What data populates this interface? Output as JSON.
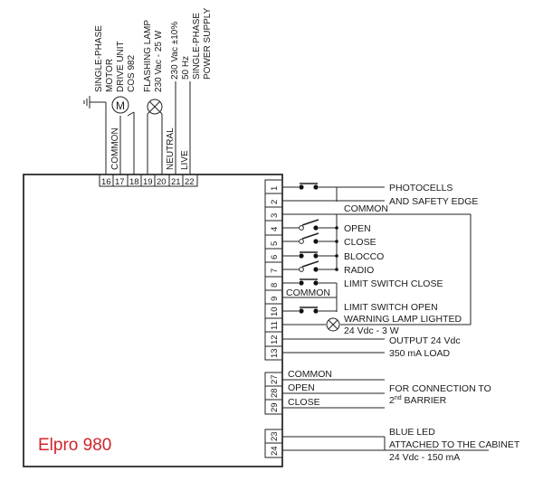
{
  "brand": {
    "label": "Elpro 980",
    "color": "#d2232a"
  },
  "top_terminals": [
    "16",
    "17",
    "18",
    "19",
    "20",
    "21",
    "22"
  ],
  "top_labels": {
    "motor": [
      "SINGLE-PHASE",
      "MOTOR",
      "DRIVE UNIT",
      "COS 982"
    ],
    "motor_symbol": "M",
    "common": "COMMON",
    "lamp": [
      "FLASHING LAMP",
      "230 Vac - 25 W"
    ],
    "supply": [
      "230 Vac ±10%",
      "50 Hz",
      "SINGLE-PHASE",
      "POWER SUPPLY"
    ],
    "neutral": "NEUTRAL",
    "live": "LIVE"
  },
  "right_terminals": [
    "1",
    "2",
    "3",
    "4",
    "5",
    "6",
    "7",
    "8",
    "9",
    "10",
    "11",
    "12",
    "13"
  ],
  "right_labels": {
    "photocells": "PHOTOCELLS",
    "safety_edge": "AND SAFETY EDGE",
    "common": "COMMON",
    "open": "OPEN",
    "close": "CLOSE",
    "blocco": "BLOCCO",
    "radio": "RADIO",
    "ls_close": "LIMIT SWITCH CLOSE",
    "ls_common": "COMMON",
    "ls_open": "LIMIT SWITCH OPEN",
    "warning": "WARNING LAMP LIGHTED",
    "warning_spec": "24 Vdc - 3 W",
    "output": "OUTPUT 24 Vdc",
    "load": "350 mA LOAD"
  },
  "barrier_terminals": [
    "27",
    "28",
    "29"
  ],
  "barrier_labels": {
    "common": "COMMON",
    "open": "OPEN",
    "close": "CLOSE",
    "connection_1": "FOR CONNECTION TO",
    "connection_2a": "2",
    "connection_2sup": "nd",
    "connection_2b": " BARRIER"
  },
  "led_terminals": [
    "23",
    "24"
  ],
  "led_labels": {
    "line1": "BLUE LED",
    "line2": "ATTACHED TO THE CABINET",
    "line3": "24 Vdc - 150 mA"
  }
}
